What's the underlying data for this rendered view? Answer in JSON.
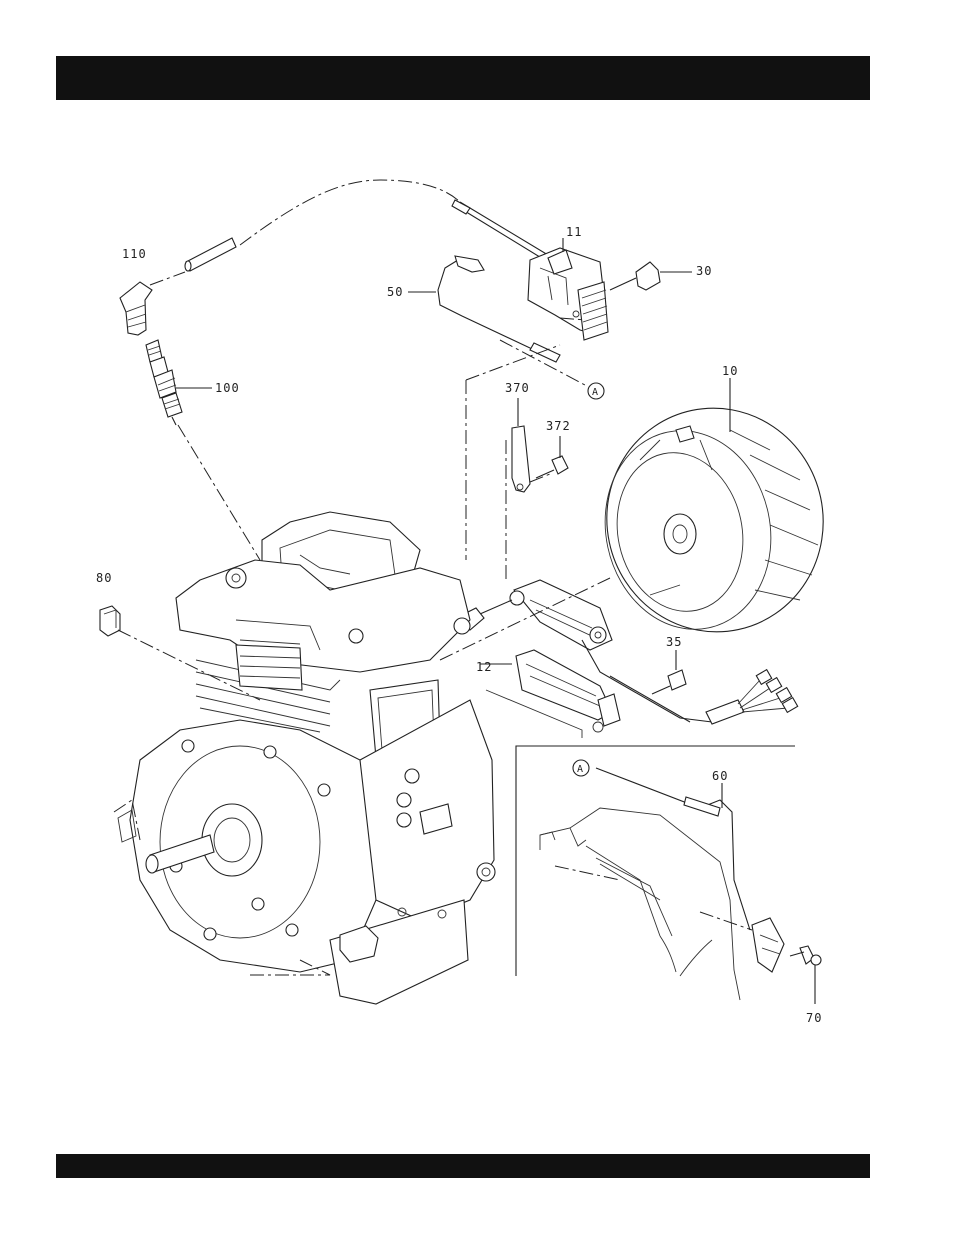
{
  "header": {
    "title": ""
  },
  "diagram": {
    "callouts": {
      "p110": "110",
      "p11": "11",
      "p30": "30",
      "p50": "50",
      "pA_top": "A",
      "p100": "100",
      "p370": "370",
      "p372": "372",
      "p10": "10",
      "p80": "80",
      "p12": "12",
      "p35": "35",
      "pA_inset": "A",
      "p60": "60",
      "p70": "70"
    }
  }
}
